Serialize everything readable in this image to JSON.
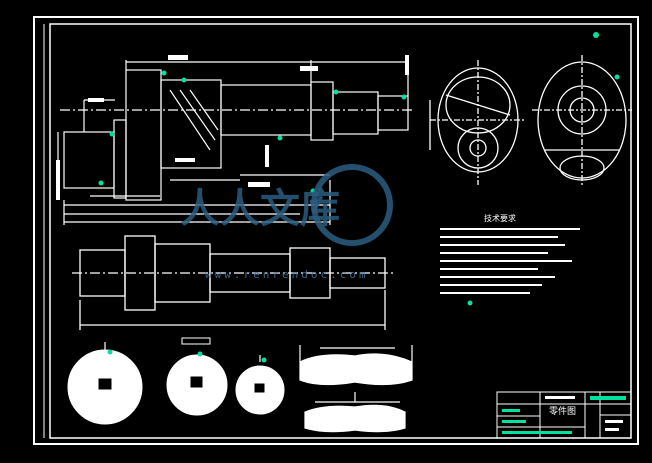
{
  "title_block": {
    "drawing_title": "零件图"
  },
  "notes": {
    "title": "技术要求"
  },
  "watermark": {
    "brand": "人人文库",
    "url": "www.renrendoc.com"
  },
  "colors": {
    "background": "#000000",
    "lines": "#ffffff",
    "accent": "#00e0a0",
    "watermark": "#2a5d80"
  }
}
